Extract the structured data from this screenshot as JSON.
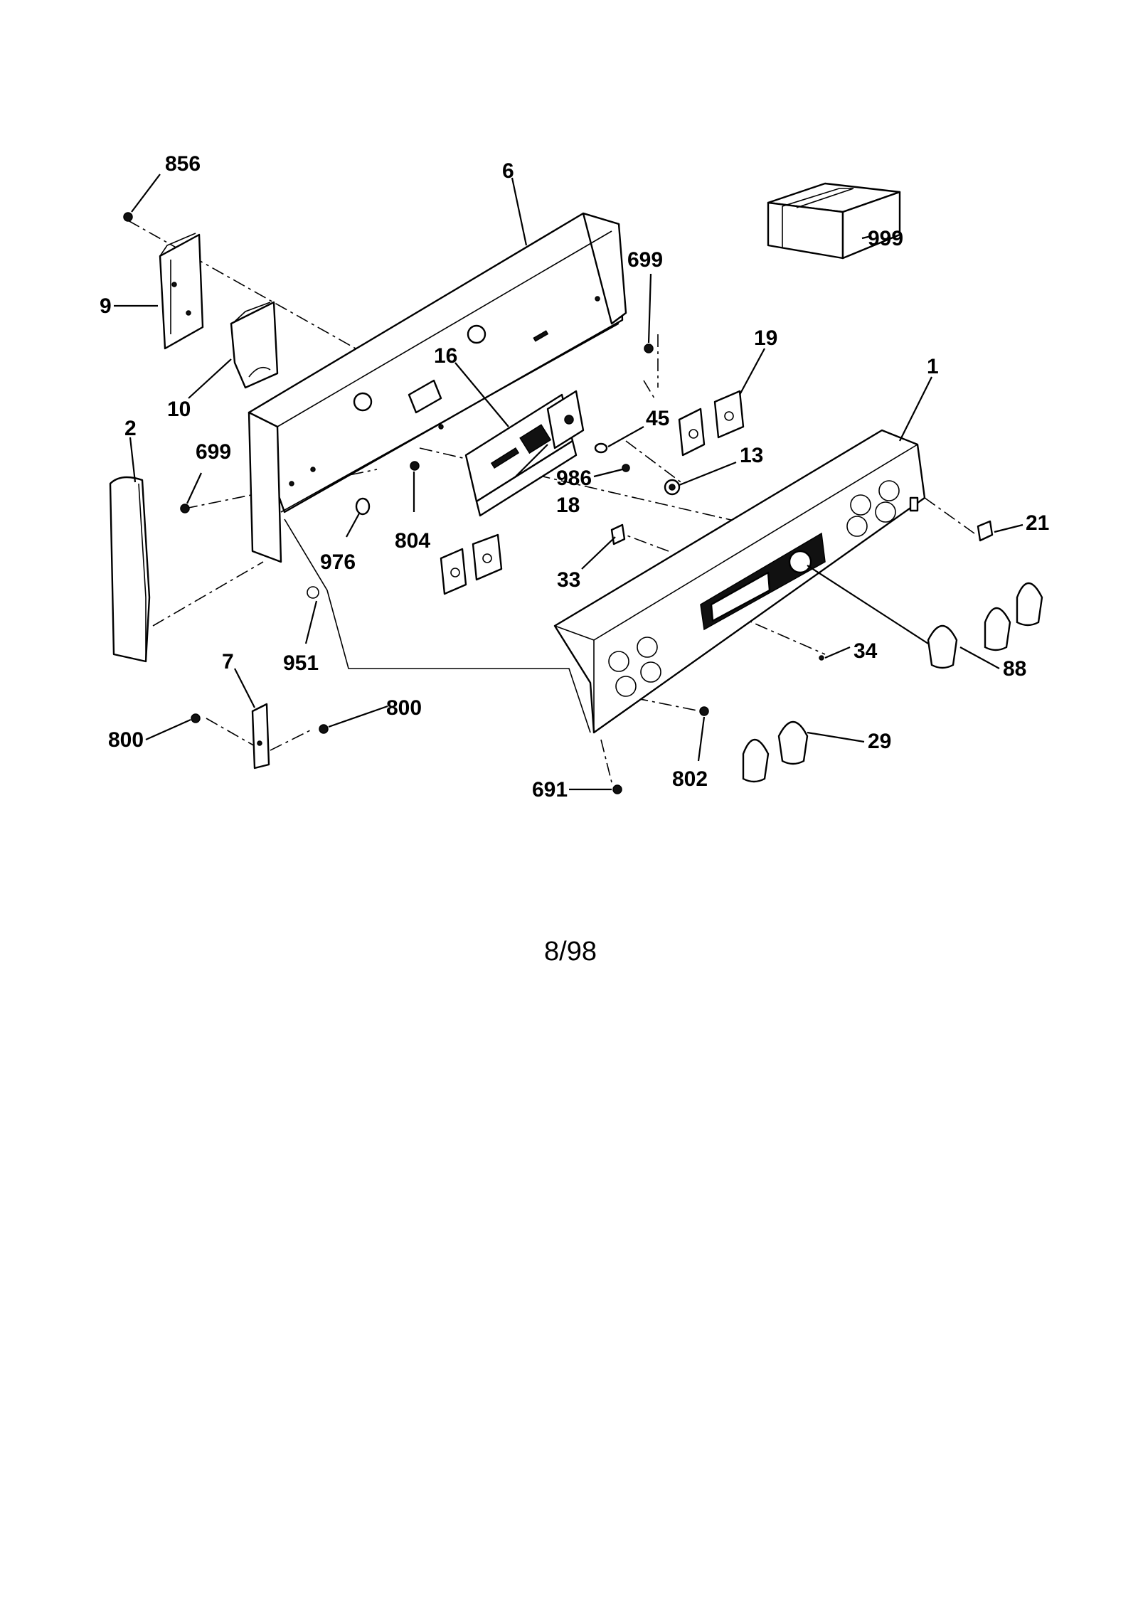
{
  "footer": {
    "revision": "8/98"
  },
  "callouts": {
    "c856": "856",
    "c6": "6",
    "c999": "999",
    "c699a": "699",
    "c9": "9",
    "c10": "10",
    "c16": "16",
    "c19": "19",
    "c1": "1",
    "c2": "2",
    "c699b": "699",
    "c45": "45",
    "c13": "13",
    "c986": "986",
    "c18": "18",
    "c804": "804",
    "c21": "21",
    "c976": "976",
    "c33": "33",
    "c34": "34",
    "c88": "88",
    "c951": "951",
    "c7": "7",
    "c800a": "800",
    "c800b": "800",
    "c29": "29",
    "c802": "802",
    "c691": "691"
  }
}
